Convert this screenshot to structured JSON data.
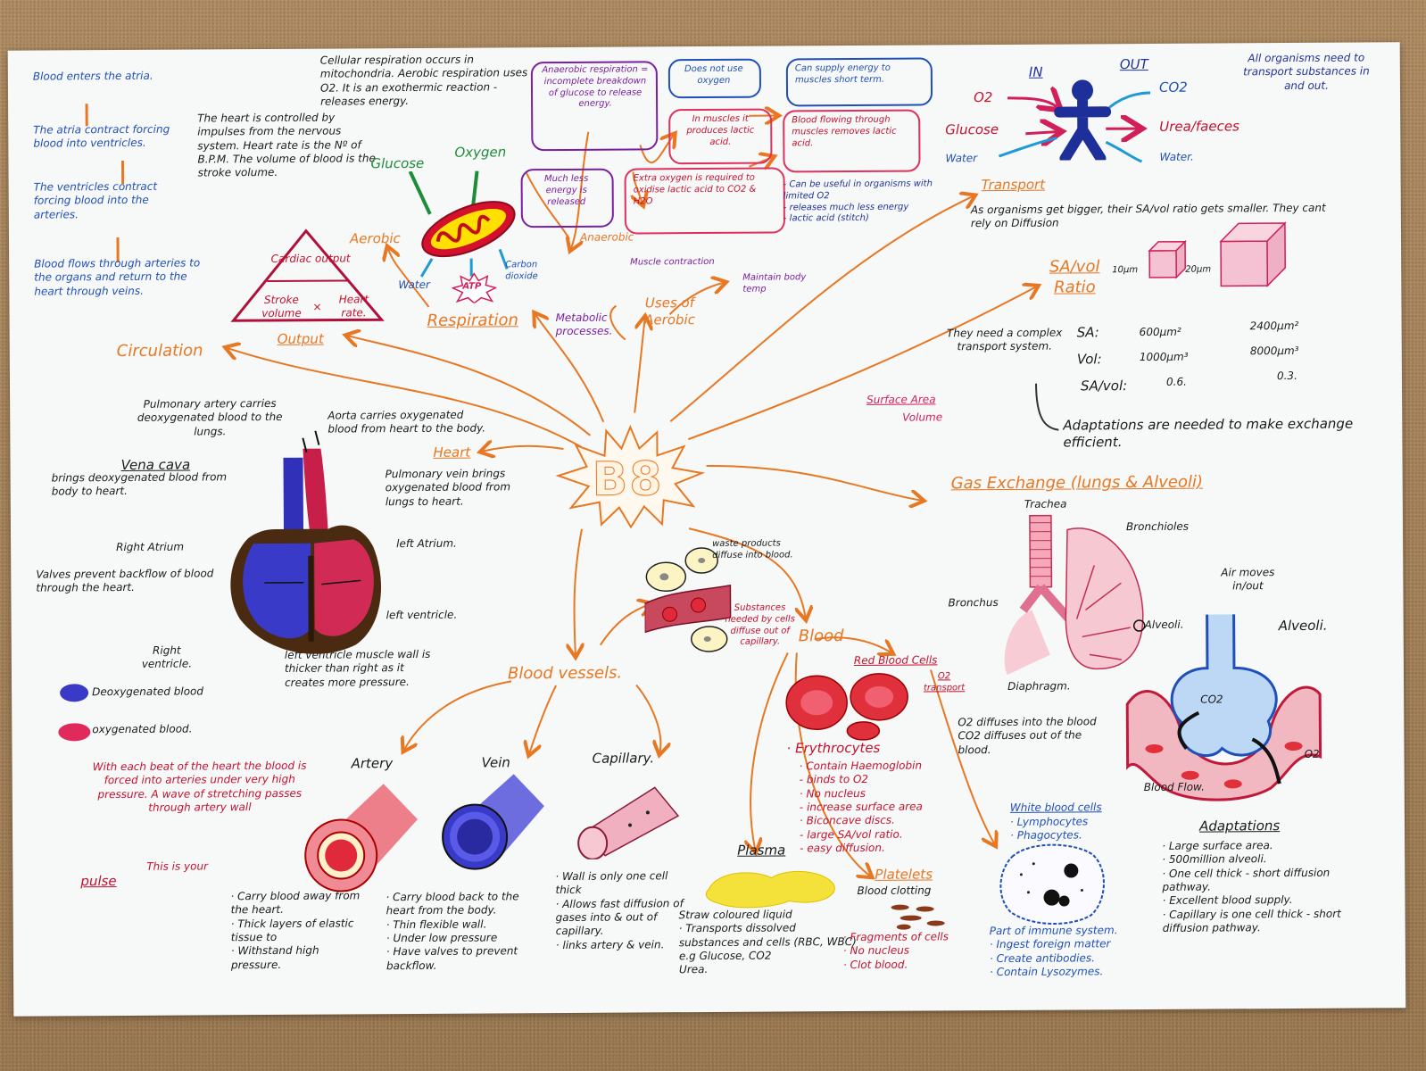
{
  "title_code": "B8",
  "circulation": {
    "heading": "Circulation",
    "steps": [
      "Blood enters the atria.",
      "The atria contract forcing blood into ventricles.",
      "The ventricles contract forcing blood into the arteries.",
      "Blood flows through arteries to the organs and return to the heart through veins."
    ],
    "heart_control": "The heart is controlled by impulses from the nervous system. Heart rate is the Nº of B.P.M. The volume of blood is the stroke volume.",
    "triangle_top": "Cardiac output",
    "triangle_left": "Stroke volume",
    "triangle_x": "×",
    "triangle_right": "Heart rate.",
    "output_label": "Output"
  },
  "respiration": {
    "heading": "Respiration",
    "cellular": "Cellular respiration occurs in mitochondria. Aerobic respiration uses O2. It is an exothermic reaction - releases energy.",
    "aerobic": "Aerobic",
    "anaerobic": "Anaerobic",
    "glucose": "Glucose",
    "oxygen": "Oxygen",
    "water": "Water",
    "atp": "ATP",
    "carbon_dioxide": "Carbon dioxide",
    "anaerobic_def": "Anaerobic respiration = incomplete breakdown of glucose to release energy.",
    "no_oxygen": "Does not use oxygen",
    "supply_energy": "Can supply energy to muscles short term.",
    "lactic": "In muscles it produces lactic acid.",
    "blood_flowing": "Blood flowing through muscles removes lactic acid.",
    "much_less": "Much less energy is released",
    "extra_oxygen": "Extra oxygen is required to oxidise lactic acid to CO2 & H2O",
    "useful_notes": "- Can be useful in organisms with limited O2\n- releases much less energy\n- lactic acid (stitch)",
    "uses_heading": "Uses of Aerobic",
    "use_muscle": "Muscle contraction",
    "use_temp": "Maintain body temp",
    "use_metabolic": "Metabolic processes."
  },
  "transport": {
    "heading": "Transport",
    "in_label": "IN",
    "out_label": "OUT",
    "in_items": [
      "O2",
      "Glucose",
      "Water"
    ],
    "out_items": [
      "CO2",
      "Urea/faeces",
      "Water."
    ],
    "all_organisms": "All organisms need to transport substances in and out.",
    "bigger": "As organisms get bigger, their SA/vol ratio gets smaller. They cant rely on Diffusion"
  },
  "sa_vol": {
    "heading": "SA/vol Ratio",
    "small_dim": "10μm",
    "large_dim": "20μm",
    "need": "They need a complex transport system.",
    "rows": [
      {
        "label": "SA:",
        "small": "600μm²",
        "large": "2400μm²"
      },
      {
        "label": "Vol:",
        "small": "1000μm³",
        "large": "8000μm³"
      },
      {
        "label": "SA/vol:",
        "small": "0.6.",
        "large": "0.3."
      }
    ],
    "fraction_top": "Surface Area",
    "fraction_bottom": "Volume",
    "adaptations": "Adaptations are needed to make exchange efficient."
  },
  "heart": {
    "heading": "Heart",
    "pulmonary_artery": "Pulmonary artery carries deoxygenated blood to the lungs.",
    "aorta": "Aorta carries oxygenated blood from heart to the body.",
    "vena_cava_title": "Vena cava",
    "vena_cava": "brings deoxygenated blood from body to heart.",
    "pulmonary_vein": "Pulmonary vein brings oxygenated blood from lungs to heart.",
    "right_atrium": "Right Atrium",
    "left_atrium": "left Atrium.",
    "valves": "Valves prevent backflow of blood through the heart.",
    "left_ventricle": "left ventricle.",
    "right_ventricle": "Right ventricle.",
    "lv_wall": "left ventricle muscle wall is thicker than right as it creates more pressure.",
    "key_deoxy": "Deoxygenated blood",
    "key_oxy": "oxygenated blood."
  },
  "capillary_exchange": {
    "waste": "waste products diffuse into blood.",
    "substances": "Substances needed by cells diffuse out of capillary."
  },
  "vessels": {
    "heading": "Blood vessels.",
    "artery": "Artery",
    "vein": "Vein",
    "capillary": "Capillary.",
    "pulse_note": "With each beat of the heart the blood is forced into arteries under very high pressure. A wave of stretching passes through artery wall",
    "pulse_arrow": "This is your",
    "pulse_word": "pulse",
    "artery_notes": "· Carry blood away from the heart.\n· Thick layers of elastic tissue to\n· Withstand high pressure.",
    "vein_notes": "· Carry blood back to the heart from the body.\n· Thin flexible wall.\n· Under low pressure\n· Have valves to prevent backflow.",
    "capillary_notes": "· Wall is only one cell thick\n· Allows fast diffusion of gases into & out of capillary.\n· links artery & vein."
  },
  "blood": {
    "heading": "Blood",
    "rbc": "Red Blood Cells",
    "o2_transport": "O2 transport",
    "erythro": "· Erythrocytes",
    "rbc_notes": "· Contain Haemoglobin\n  - binds to O2\n· No nucleus\n  - increase surface area\n· Biconcave discs.\n  - large SA/vol ratio.\n  - easy diffusion.",
    "o2_diffuses": "O2 diffuses into the blood\nCO2 diffuses out of the blood.",
    "plasma": "Plasma",
    "plasma_notes": "Straw coloured liquid\n· Transports dissolved substances and cells (RBC, WBC)\ne.g Glucose, CO2\nUrea.",
    "platelets": "Platelets",
    "blood_clotting": "Blood clotting",
    "platelet_notes": "· Fragments of cells\n· No nucleus\n· Clot blood.",
    "wbc": "White blood cells",
    "wbc_types": "· Lymphocytes\n  · Phagocytes.",
    "wbc_notes": "Part of immune system.\n· Ingest foreign matter\n· Create antibodies.\n· Contain Lysozymes."
  },
  "gas_exchange": {
    "heading": "Gas Exchange (lungs & Alveoli)",
    "trachea": "Trachea",
    "bronchioles": "Bronchioles",
    "bronchus": "Bronchus",
    "alveoli_small": "Alveoli.",
    "diaphragm": "Diaphragm.",
    "air_moves": "Air moves in/out",
    "alveoli_big": "Alveoli.",
    "co2": "CO2",
    "o2": "O2",
    "blood_flow": "Blood Flow.",
    "adaptations_heading": "Adaptations",
    "adaptations": "· Large surface area.\n· 500million alveoli.\n· One cell thick - short diffusion pathway.\n· Excellent blood supply.\n· Capillary is one cell thick - short diffusion pathway."
  },
  "colors": {
    "orange": "#e87722",
    "blue": "#1f4fb8",
    "red": "#c4122e",
    "pink": "#d21f58",
    "purple": "#7b1fa2"
  }
}
